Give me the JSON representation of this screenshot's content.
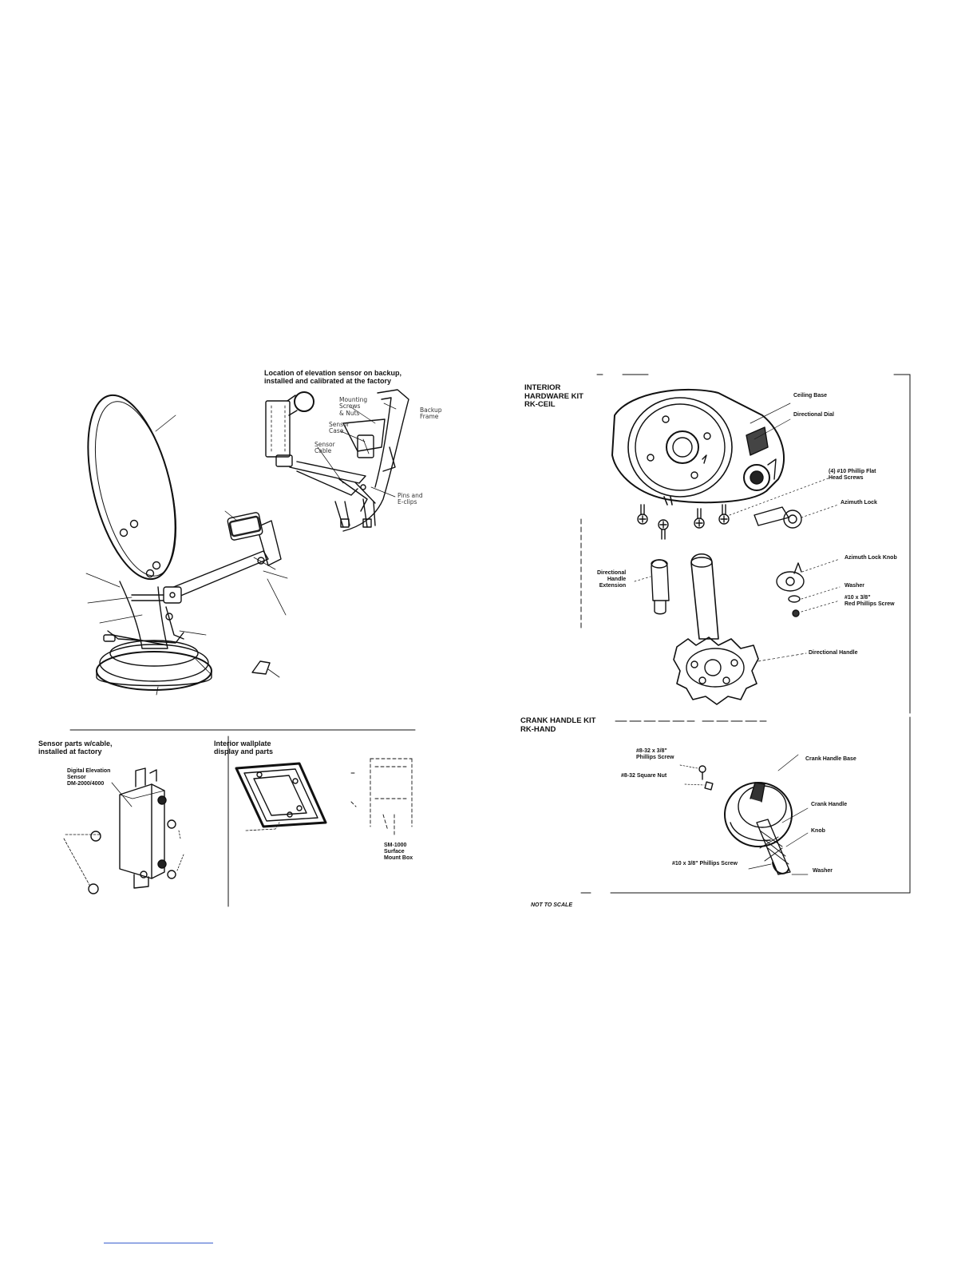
{
  "left_panel": {
    "sensor_location_heading": "Location of elevation sensor on backup,\ninstalled and calibrated at the factory",
    "callouts": {
      "mounting_screws": "Mounting\nScrews\n& Nuts",
      "sensor_case": "Sensor\nCase",
      "sensor_cable": "Sensor\nCable",
      "backup_frame": "Backup\nFrame",
      "pins_eclips": "Pins and\nE-clips"
    },
    "sensor_parts_heading": "Sensor parts w/cable,\ninstalled at factory",
    "digital_sensor_label": "Digital Elevation\nSensor\nDM-2000/4000",
    "wallplate_heading": "Interior wallplate\ndisplay and parts",
    "surface_box_label": "SM-1000\nSurface\nMount Box"
  },
  "interior_kit": {
    "heading": "INTERIOR\nHARDWARE KIT\nRK-CEIL",
    "labels": {
      "ceiling_base": "Ceiling Base",
      "directional_dial": "Directional Dial",
      "flat_head_screws": "(4) #10 Phillip Flat\nHead Screws",
      "azimuth_lock": "Azimuth Lock",
      "azimuth_lock_knob": "Azimuth Lock Knob",
      "washer": "Washer",
      "red_screw": "#10 x 3/8\"\nRed Phillips Screw",
      "handle_extension": "Directional\nHandle\nExtension",
      "directional_handle": "Directional Handle"
    }
  },
  "crank_kit": {
    "heading": "CRANK HANDLE KIT\nRK-HAND",
    "labels": {
      "phillips_screw_small": "#8-32 x 3/8\"\nPhillips Screw",
      "square_nut": "#8-32 Square Nut",
      "crank_handle_base": "Crank Handle Base",
      "crank_handle": "Crank Handle",
      "knob": "Knob",
      "phillips_screw_large": "#10 x 3/8\" Phillips Screw",
      "washer": "Washer"
    }
  },
  "footer_note": "NOT TO SCALE",
  "colors": {
    "ink": "#000000",
    "link": "#3a5fcd"
  }
}
